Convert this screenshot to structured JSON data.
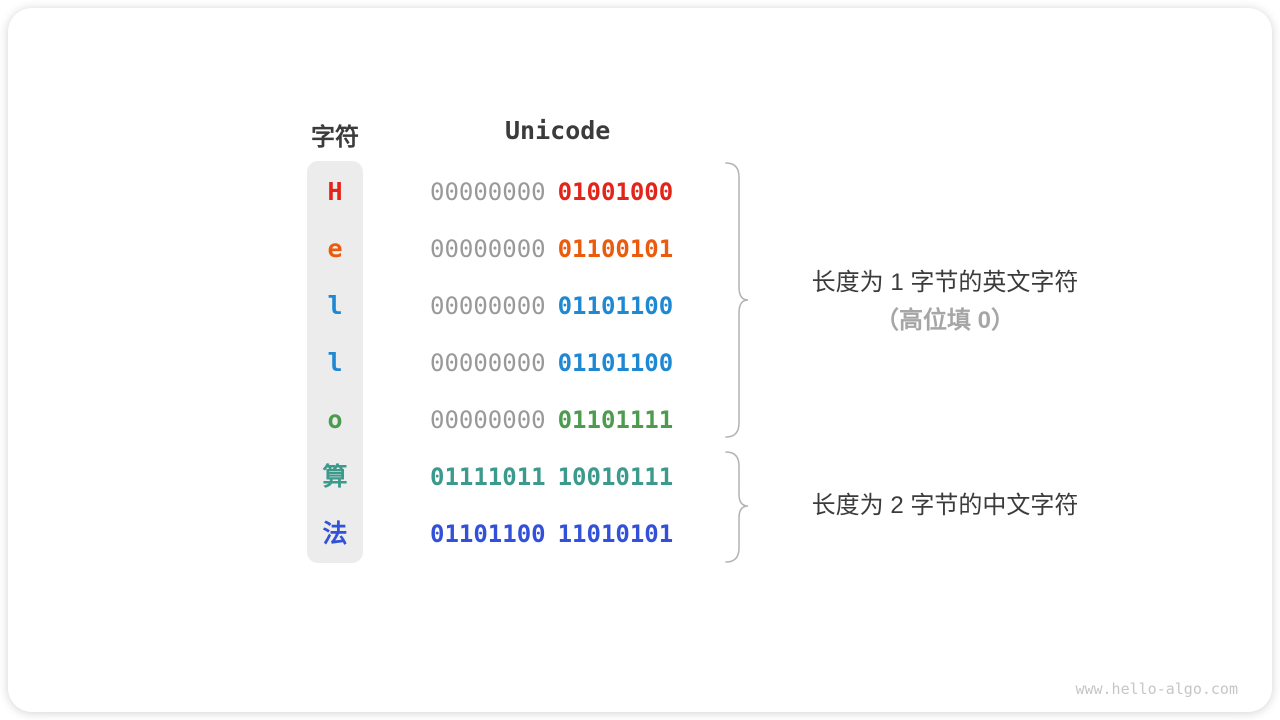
{
  "figure": {
    "headers": {
      "char": "字符",
      "unicode": "Unicode"
    },
    "rows": [
      {
        "char": "H",
        "char_color": "#e3241a",
        "byte1": "00000000",
        "byte1_color": "#999999",
        "byte1_weight": "400",
        "byte2": "01001000",
        "byte2_color": "#e3241a"
      },
      {
        "char": "e",
        "char_color": "#eb5b0e",
        "byte1": "00000000",
        "byte1_color": "#999999",
        "byte1_weight": "400",
        "byte2": "01100101",
        "byte2_color": "#eb5b0e"
      },
      {
        "char": "l",
        "char_color": "#1f88d3",
        "byte1": "00000000",
        "byte1_color": "#999999",
        "byte1_weight": "400",
        "byte2": "01101100",
        "byte2_color": "#1f88d3"
      },
      {
        "char": "l",
        "char_color": "#1f88d3",
        "byte1": "00000000",
        "byte1_color": "#999999",
        "byte1_weight": "400",
        "byte2": "01101100",
        "byte2_color": "#1f88d3"
      },
      {
        "char": "o",
        "char_color": "#4d9b4f",
        "byte1": "00000000",
        "byte1_color": "#999999",
        "byte1_weight": "400",
        "byte2": "01101111",
        "byte2_color": "#4d9b4f"
      },
      {
        "char": "算",
        "char_color": "#3b9a8c",
        "byte1": "01111011",
        "byte1_color": "#3b9a8c",
        "byte1_weight": "700",
        "byte2": "10010111",
        "byte2_color": "#3b9a8c"
      },
      {
        "char": "法",
        "char_color": "#3351d8",
        "byte1": "01101100",
        "byte1_color": "#3351d8",
        "byte1_weight": "700",
        "byte2": "11010101",
        "byte2_color": "#3351d8"
      }
    ],
    "annotations": [
      {
        "line1": "长度为 1 字节的英文字符",
        "line2": "（高位填 0）"
      },
      {
        "line1": "长度为 2 字节的中文字符"
      }
    ],
    "watermark": "www.hello-algo.com",
    "colors": {
      "text_dark": "#3b3b3b",
      "muted_zeros": "#999999",
      "column_bg": "#ececec",
      "brace": "#b3b3b3",
      "annotation_sub": "#a6a6a6",
      "watermark": "#c6c6c6"
    }
  }
}
